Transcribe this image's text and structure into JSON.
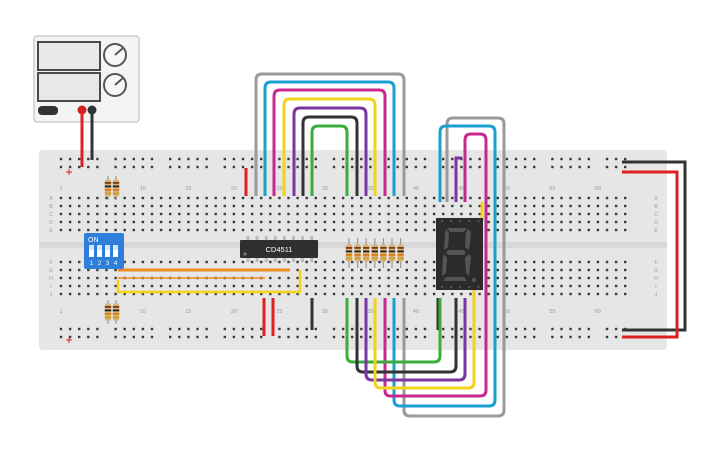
{
  "power_supply": {
    "knob_labels": [
      "",
      "",
      ""
    ]
  },
  "breadboard": {
    "col_numbers": [
      "1",
      "10",
      "15",
      "20",
      "25",
      "30",
      "35",
      "40",
      "45",
      "50",
      "55",
      "60"
    ],
    "row_letters_top": [
      "A",
      "B",
      "C",
      "D",
      "E"
    ],
    "row_letters_bottom": [
      "F",
      "G",
      "H",
      "I",
      "J"
    ]
  },
  "dip_switch": {
    "on_label": "ON",
    "positions": [
      "1",
      "2",
      "3",
      "4"
    ]
  },
  "ic": {
    "label": "CD4511"
  },
  "seven_segment": {
    "digit": "8",
    "segment_color": "#555555"
  },
  "colors": {
    "board": "#e6e6e6",
    "hole": "#3a3a3a",
    "red_wire": "#e02020",
    "black_wire": "#333333",
    "orange_wire": "#f08c1e",
    "yellow_wire": "#f2d21a",
    "green_wire": "#3aae3a",
    "blue_wire": "#1aa0cf",
    "purple_wire": "#7a35a0",
    "magenta_wire": "#c8288c",
    "gray_wire": "#9a9a9a",
    "dip_blue": "#2e7fd9",
    "display_dark": "#2b2b2b"
  }
}
